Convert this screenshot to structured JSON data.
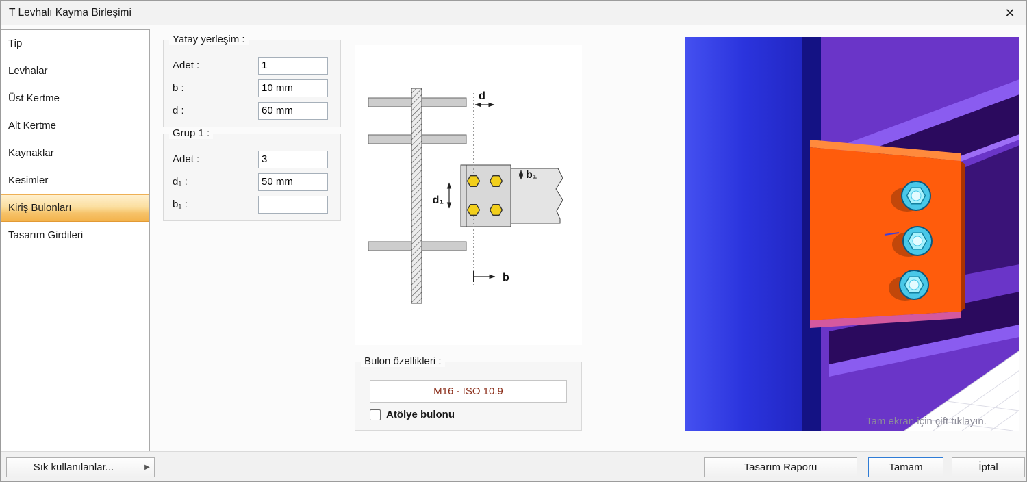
{
  "window": {
    "title": "T Levhalı Kayma Birleşimi",
    "close_icon": "✕"
  },
  "sidebar": {
    "items": [
      {
        "label": "Tip",
        "selected": false
      },
      {
        "label": "Levhalar",
        "selected": false
      },
      {
        "label": "Üst Kertme",
        "selected": false
      },
      {
        "label": "Alt Kertme",
        "selected": false
      },
      {
        "label": "Kaynaklar",
        "selected": false
      },
      {
        "label": "Kesimler",
        "selected": false
      },
      {
        "label": "Kiriş Bulonları",
        "selected": true
      },
      {
        "label": "Tasarım Girdileri",
        "selected": false
      }
    ]
  },
  "form": {
    "horizontal_group": {
      "legend": "Yatay yerleşim :",
      "fields": [
        {
          "label": "Adet :",
          "value": "1"
        },
        {
          "label": "b :",
          "value": "10 mm"
        },
        {
          "label": "d :",
          "value": "60 mm"
        }
      ]
    },
    "group1": {
      "legend": "Grup 1 :",
      "fields": [
        {
          "label": "Adet :",
          "value": "3"
        },
        {
          "label": "d₁ :",
          "value": "50 mm"
        },
        {
          "label": "b₁ :",
          "value": ""
        }
      ]
    }
  },
  "diagram": {
    "labels": {
      "d": "d",
      "b1": "b₁",
      "d1": "d₁",
      "b": "b"
    }
  },
  "bolt_properties": {
    "legend": "Bulon özellikleri :",
    "bolt_button_label": "M16 - ISO 10.9",
    "workshop_checkbox_label": "Atölye bulonu",
    "workshop_checkbox_checked": false
  },
  "viewer": {
    "hint": "Tam ekran için çift tıklayın."
  },
  "footer": {
    "favorites_label": "Sık kullanılanlar...",
    "favorites_arrow": "▶",
    "design_report_label": "Tasarım Raporu",
    "ok_label": "Tamam",
    "cancel_label": "İptal"
  },
  "colors": {
    "selected_item_top": "#fff0cd",
    "selected_item_bottom": "#f3b34c",
    "selected_item_border": "#e29a35",
    "ok_button_border": "#2f7cd6",
    "bolt_button_text": "#8b2e1a",
    "viewer_blue": "#2b34dd",
    "viewer_purple": "#6a35c8",
    "viewer_plate_orange": "#ff5c0c",
    "viewer_bolt_cyan": "#49c8e8",
    "diagram_bolt_yellow": "#f2cf1c"
  }
}
